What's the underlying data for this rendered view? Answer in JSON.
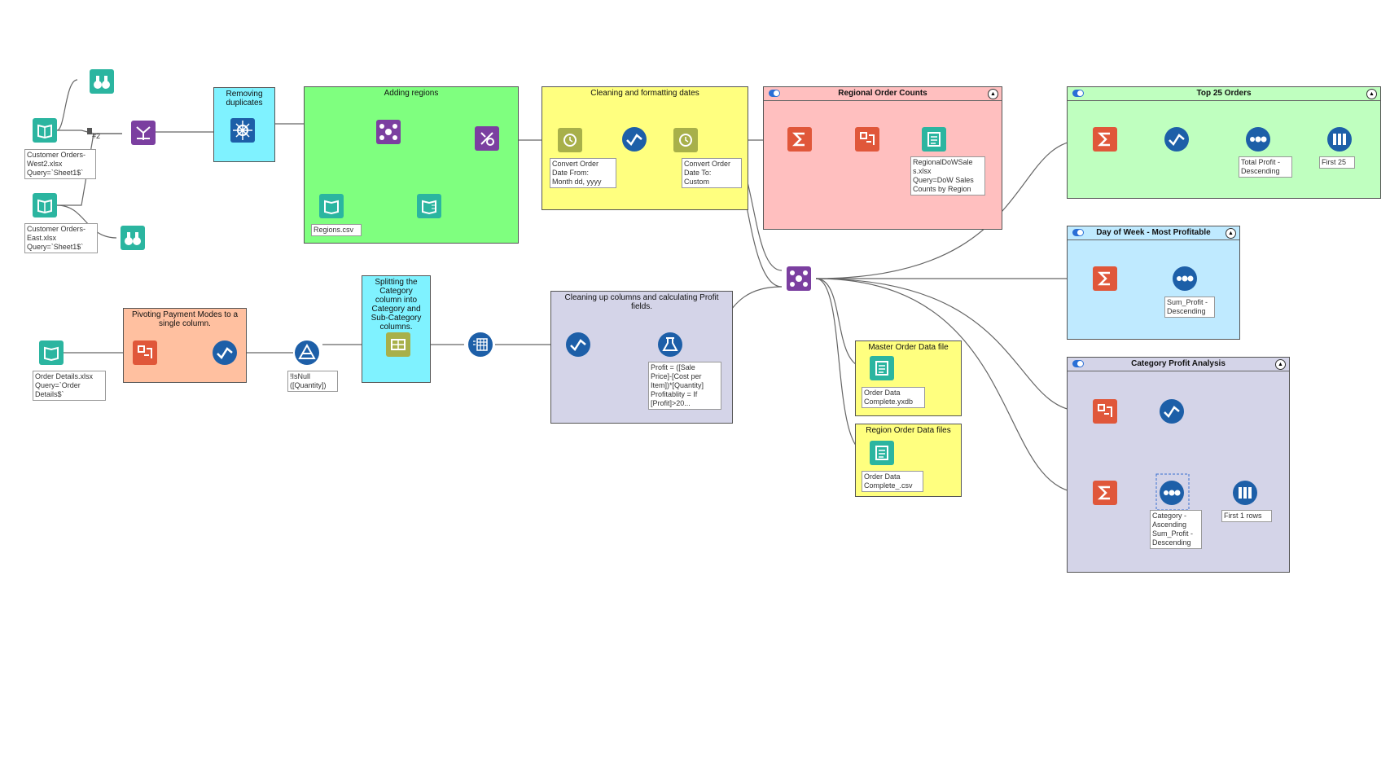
{
  "containers": {
    "removing_duplicates": "Removing duplicates",
    "adding_regions": "Adding regions",
    "cleaning_dates": "Cleaning and formatting dates",
    "regional_order_counts": "Regional Order Counts",
    "top25_orders": "Top 25 Orders",
    "day_of_week": "Day of Week - Most Profitable",
    "category_profit": "Category Profit Analysis",
    "pivoting_payment": "Pivoting Payment Modes to a single column.",
    "splitting_category": "Splitting the Category column into Category and Sub-Category columns.",
    "cleaning_columns": "Cleaning up columns and calculating Profit fields.",
    "master_order": "Master Order Data file",
    "region_order": "Region Order Data files"
  },
  "annotations": {
    "west2": "Customer Orders-\nWest2.xlsx\nQuery=`Sheet1$`",
    "east": "Customer Orders-\nEast.xlsx\nQuery=`Sheet1$`",
    "regions_csv": "Regions.csv",
    "convert_from": "Convert Order\nDate From:\nMonth dd, yyyy",
    "convert_to": "Convert Order\nDate To:\nCustom",
    "regional_dow": "RegionalDoWSale\ns.xlsx\nQuery=DoW Sales\nCounts by Region",
    "total_profit": "Total Profit -\nDescending",
    "first25": "First 25",
    "sum_profit": "Sum_Profit -\nDescending",
    "order_details": "Order Details.xlsx\nQuery=`Order\nDetails$`",
    "isnull": "!IsNull\n([Quantity])",
    "profit_formula": "Profit = ([Sale\nPrice]-[Cost per\nItem])*[Quantity]\nProfitablity = If\n[Profit]>20...",
    "order_data_yxdb": "Order Data\nComplete.yxdb",
    "order_data_csv": "Order Data\nComplete_.csv",
    "category_sort": "Category -\nAscending\nSum_Profit -\nDescending",
    "first1": "First 1 rows",
    "union_badge": "#2"
  },
  "colors": {
    "input_teal": "#2bb5a0",
    "join_purple": "#7b3fa0",
    "prep_blue": "#1d5fa8",
    "summarize_red": "#e0573a",
    "output_teal": "#2bb5a0",
    "date_olive": "#a8b04a",
    "anchor_green": "#8ad13a"
  }
}
